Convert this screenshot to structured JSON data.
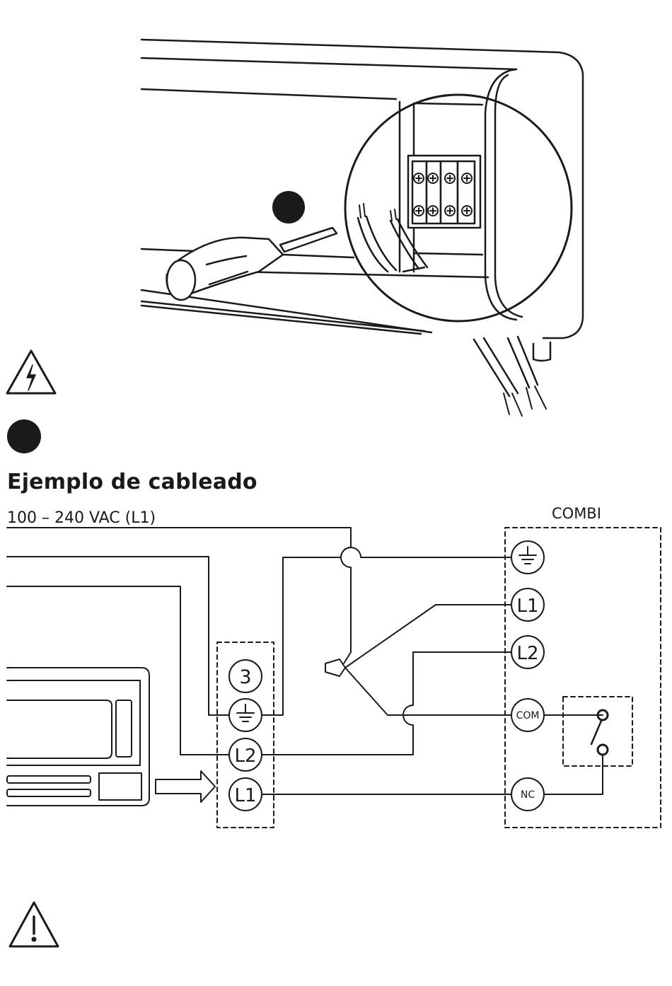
{
  "section": {
    "title": "Ejemplo de cableado"
  },
  "wiring": {
    "supply_label": "100 – 240 VAC (L1)",
    "combi_title": "COMBI",
    "thermostat_terminals": {
      "t3": "3",
      "l2": "L2",
      "l1": "L1"
    },
    "combi_terminals": {
      "l1": "L1",
      "l2": "L2",
      "com": "COM",
      "nc": "NC"
    }
  },
  "icons": {
    "electrical_warning": "high-voltage-triangle-icon",
    "caution": "exclamation-triangle-icon",
    "step_marker": "filled-circle-icon",
    "ground": "ground-symbol-icon"
  }
}
